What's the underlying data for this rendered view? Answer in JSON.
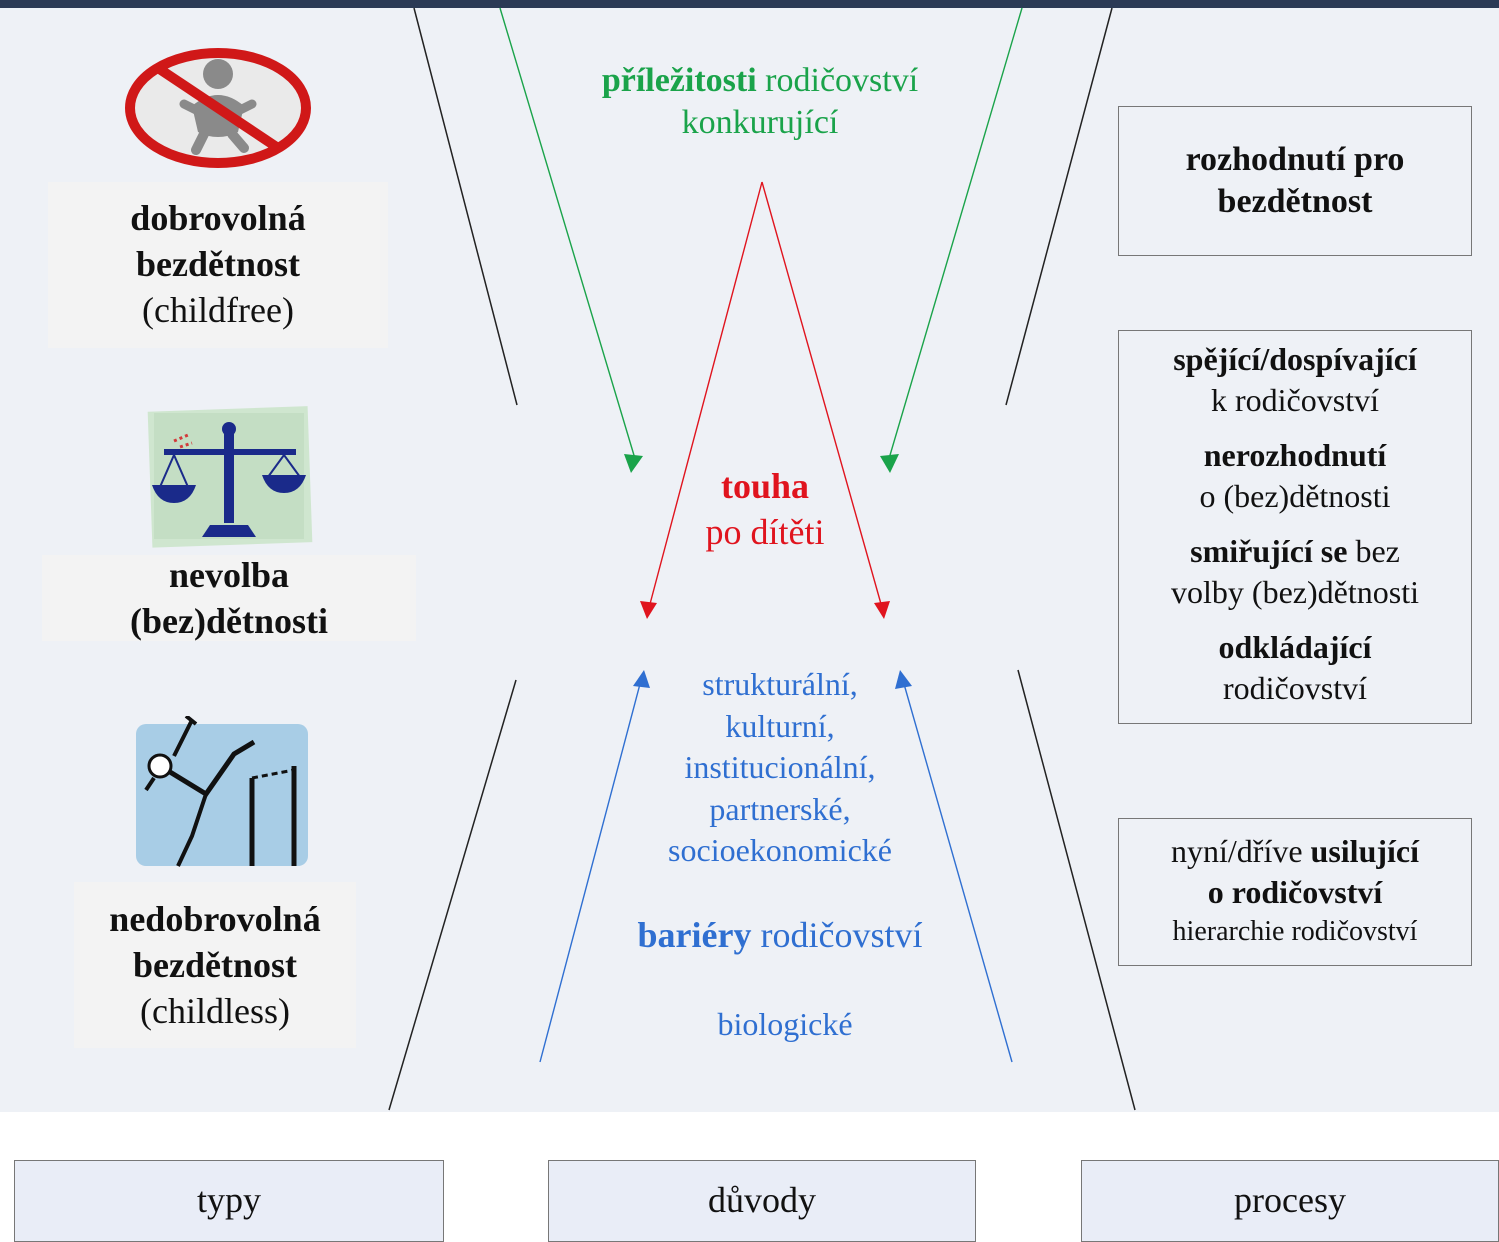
{
  "colors": {
    "green": "#1aa34a",
    "red": "#e0141e",
    "blue": "#2f6fd1",
    "text": "#111111",
    "panel": "#eef1f6",
    "header_bar": "#2b3a55"
  },
  "types": {
    "voluntary": {
      "line1": "dobrovolná",
      "line2": "bezdětnost",
      "line3": "(childfree)",
      "icon": "no-baby-icon"
    },
    "nonchoice": {
      "line1": "nevolba",
      "line2": "(bez)dětnosti",
      "icon": "balance-scale-icon"
    },
    "involuntary": {
      "line1": "nedobrovolná",
      "line2": "bezdětnost",
      "line3": "(childless)",
      "icon": "high-jump-icon"
    }
  },
  "reasons": {
    "opportunities": {
      "bold": "příležitosti",
      "rest": " rodičovství",
      "line2": "konkurující"
    },
    "desire": {
      "line1": "touha",
      "line2": "po dítěti"
    },
    "barrier_kinds": [
      "strukturální,",
      "kulturní,",
      "institucionální,",
      "partnerské,",
      "socioekonomické"
    ],
    "barriers": {
      "bold": "bariéry",
      "rest": " rodičovství"
    },
    "biological": "biologické"
  },
  "processes": {
    "decision": {
      "line1": "rozhodnutí pro",
      "line2": "bezdětnost"
    },
    "middle": [
      {
        "bold": "spějící/dospívající",
        "rest": "k rodičovství"
      },
      {
        "bold": "nerozhodnutí",
        "rest": "o (bez)dětnosti"
      },
      {
        "bold": "smiřující se",
        "rest_inline": " bez",
        "rest": "volby (bez)dětnosti"
      },
      {
        "bold": "odkládající",
        "rest": "rodičovství"
      }
    ],
    "striving": {
      "prefix": "nyní/dříve ",
      "bold1": "usilující",
      "bold2": "o rodičovství",
      "sub": "hierarchie rodičovství"
    }
  },
  "labels": {
    "types": "typy",
    "reasons": "důvody",
    "processes": "procesy"
  }
}
